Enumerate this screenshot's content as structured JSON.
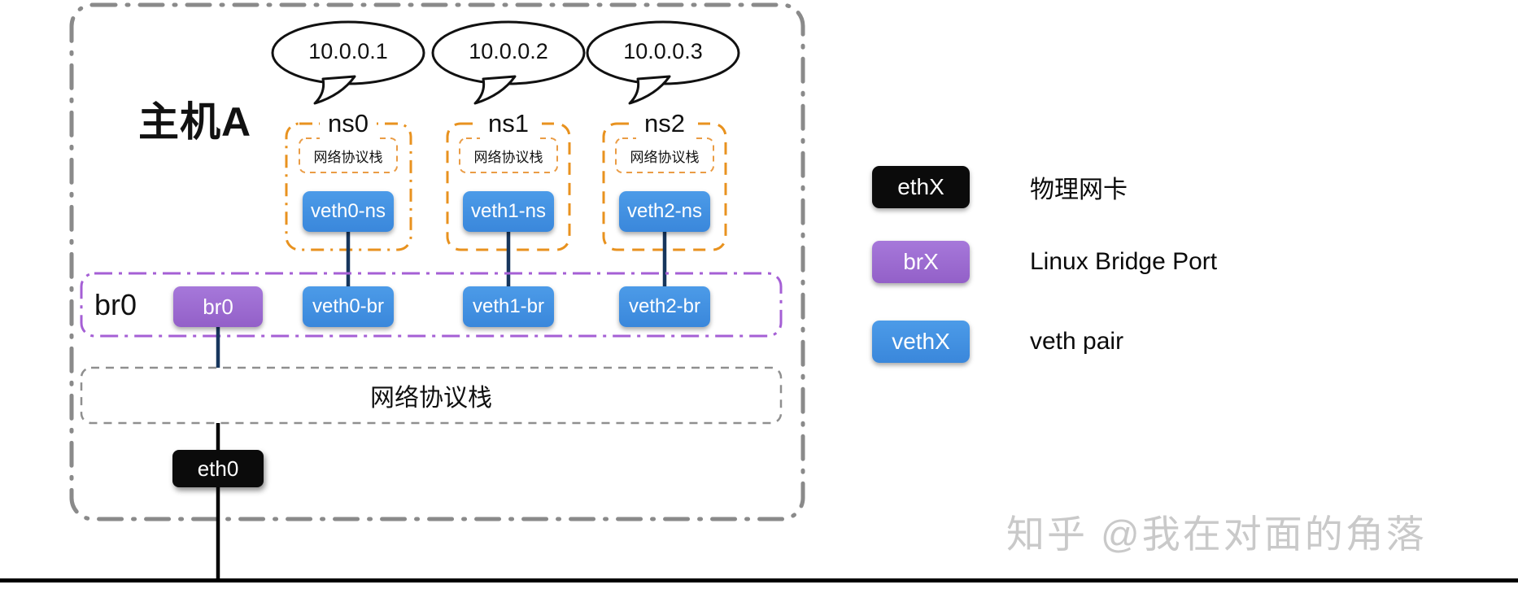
{
  "host": {
    "label": "主机A"
  },
  "bubbles": [
    {
      "ip": "10.0.0.1"
    },
    {
      "ip": "10.0.0.2"
    },
    {
      "ip": "10.0.0.3"
    }
  ],
  "namespaces": [
    {
      "label": "ns0",
      "stack_label": "网络协议栈",
      "veth": "veth0-ns"
    },
    {
      "label": "ns1",
      "stack_label": "网络协议栈",
      "veth": "veth1-ns"
    },
    {
      "label": "ns2",
      "stack_label": "网络协议栈",
      "veth": "veth2-ns"
    }
  ],
  "bridge": {
    "label": "br0",
    "port": "br0",
    "veths": [
      "veth0-br",
      "veth1-br",
      "veth2-br"
    ]
  },
  "host_stack": {
    "label": "网络协议栈"
  },
  "nic": {
    "label": "eth0"
  },
  "legend": [
    {
      "key": "ethX",
      "desc": "物理网卡",
      "color": "#0b0b0b"
    },
    {
      "key": "brX",
      "desc": "Linux Bridge Port",
      "color": "#9b68ce"
    },
    {
      "key": "vethX",
      "desc": "veth pair",
      "color": "#3d8ee0"
    }
  ],
  "watermark": "知乎 @我在对面的角落",
  "colors": {
    "host_border": "#8a8a8a",
    "namespace_border": "#e8921f",
    "bridge_border": "#a55fd5",
    "stack_border": "#8f8f8f",
    "connector": "#17365d",
    "physical_line": "#000000"
  }
}
